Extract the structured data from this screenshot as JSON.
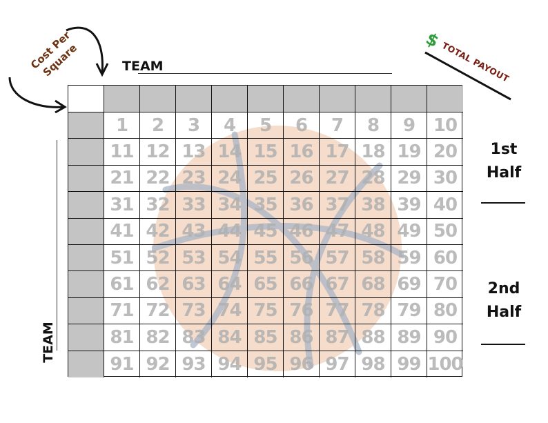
{
  "labels": {
    "team_top": "TEAM",
    "team_left": "TEAM",
    "cost_per_square": "Cost Per Square",
    "total_payout": "TOTAL PAYOUT",
    "dollar_sign": "$",
    "first_half": "1st Half",
    "second_half": "2nd Half"
  },
  "grid": {
    "columns": 10,
    "rows": 10,
    "squares": [
      "1",
      "2",
      "3",
      "4",
      "5",
      "6",
      "7",
      "8",
      "9",
      "10",
      "11",
      "12",
      "13",
      "14",
      "15",
      "16",
      "17",
      "18",
      "19",
      "20",
      "21",
      "22",
      "23",
      "24",
      "25",
      "26",
      "27",
      "28",
      "29",
      "30",
      "31",
      "32",
      "33",
      "34",
      "35",
      "36",
      "37",
      "38",
      "39",
      "40",
      "41",
      "42",
      "43",
      "44",
      "45",
      "46",
      "47",
      "48",
      "49",
      "50",
      "51",
      "52",
      "53",
      "54",
      "55",
      "56",
      "57",
      "58",
      "59",
      "60",
      "61",
      "62",
      "63",
      "64",
      "65",
      "66",
      "67",
      "68",
      "69",
      "70",
      "71",
      "72",
      "73",
      "74",
      "75",
      "76",
      "77",
      "78",
      "79",
      "80",
      "81",
      "82",
      "83",
      "84",
      "85",
      "86",
      "87",
      "88",
      "89",
      "90",
      "91",
      "92",
      "93",
      "94",
      "95",
      "96",
      "97",
      "98",
      "99",
      "100"
    ]
  },
  "colors": {
    "header_fill": "#c4c4c4",
    "ball_fill": "#f5dccb",
    "cost_text": "#6b3313",
    "payout_text": "#7a1d12",
    "dollar": "#2e9a3a"
  },
  "icons": {
    "arrows": "curved-arrow-icon",
    "ball": "basketball-icon"
  }
}
